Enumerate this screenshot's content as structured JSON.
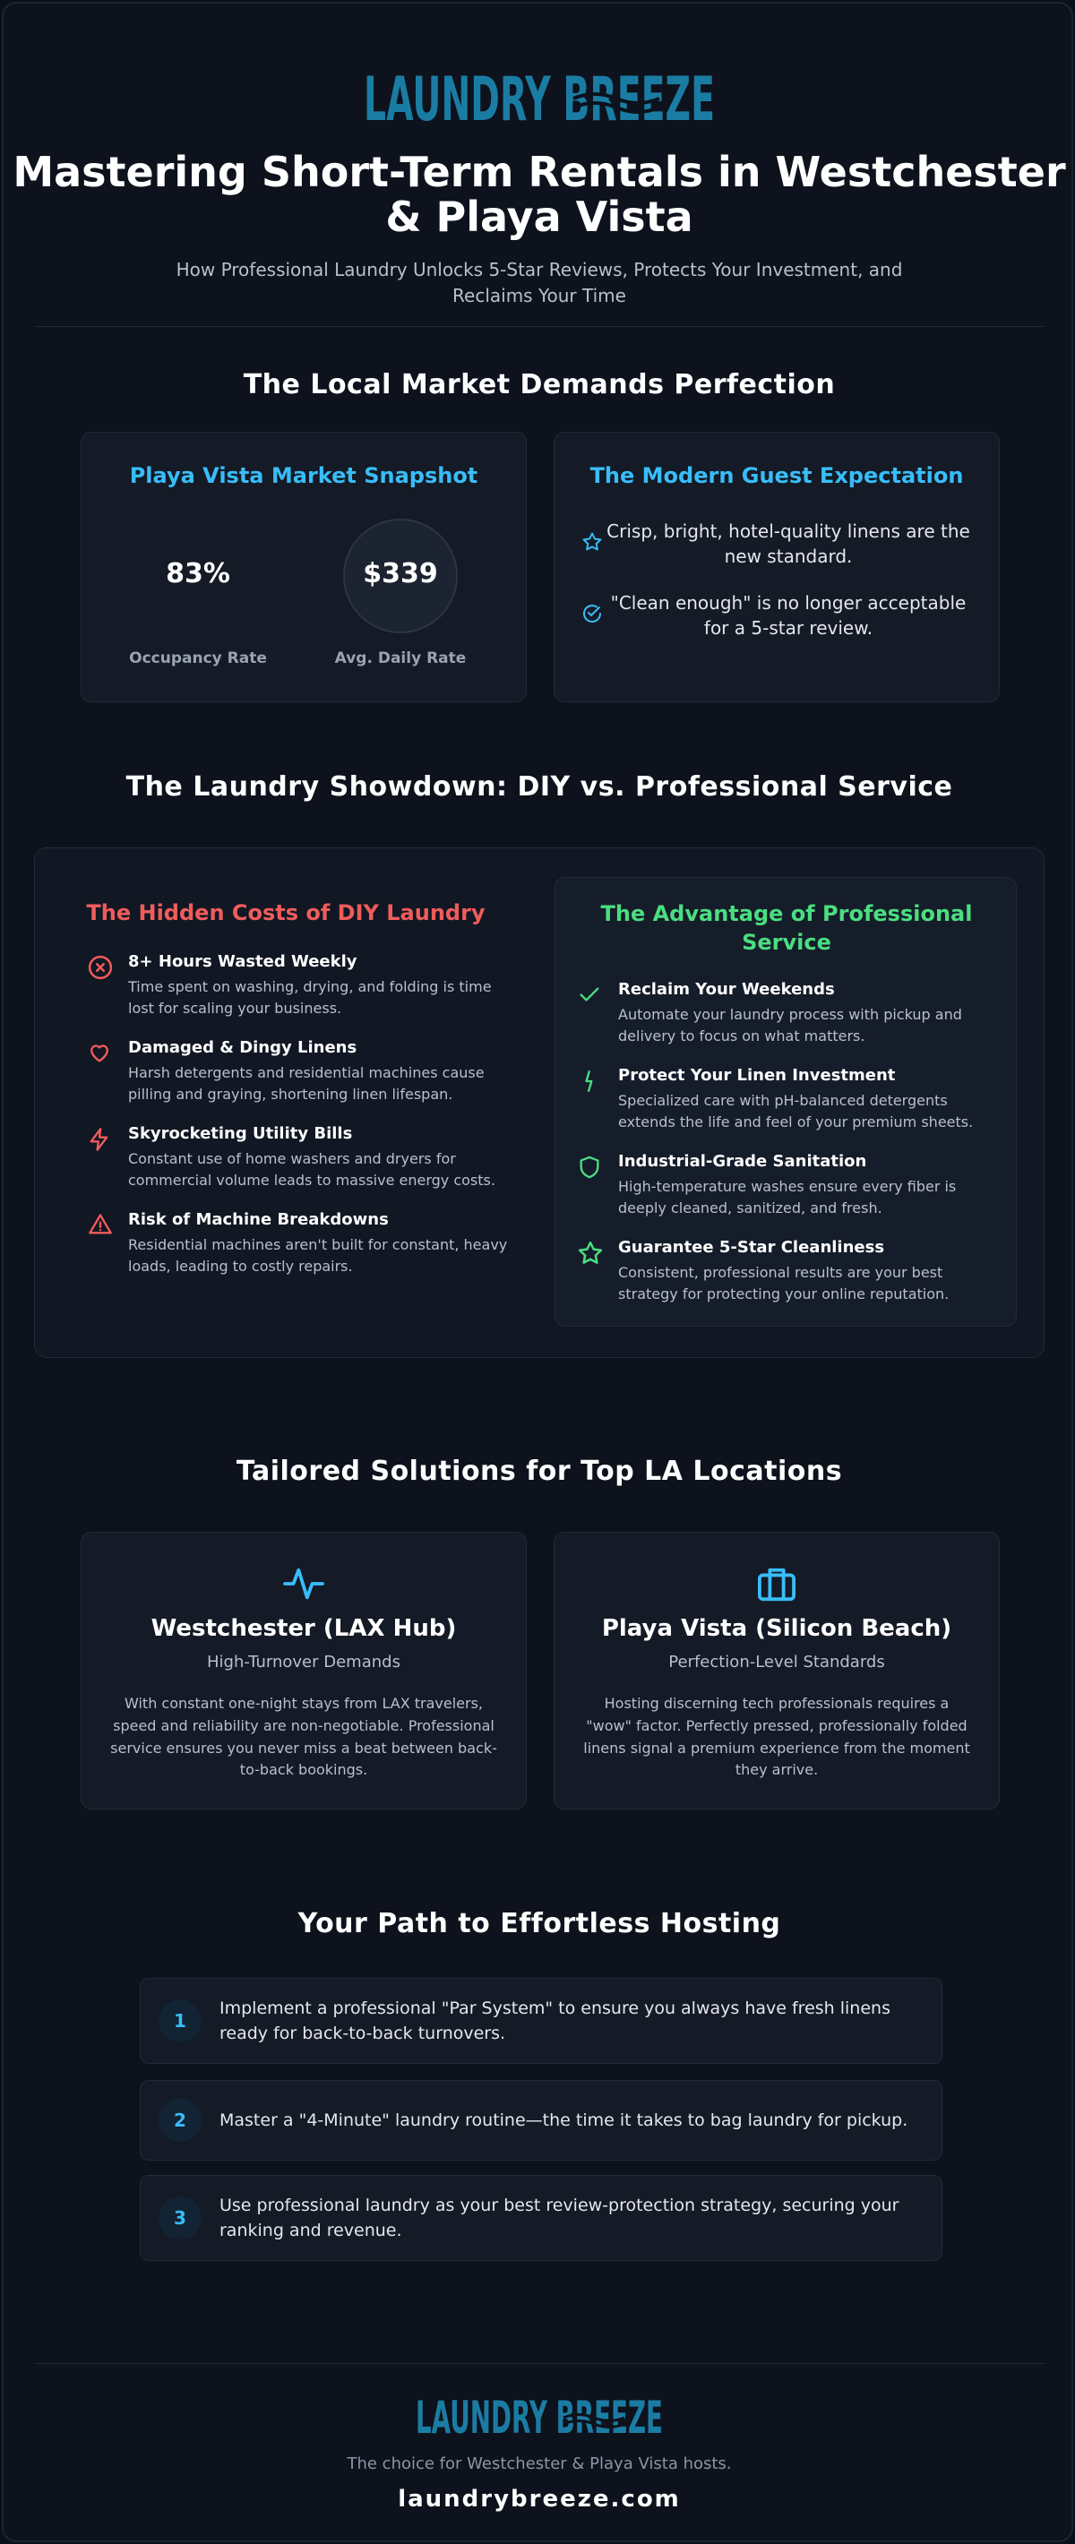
{
  "brand": {
    "logo_text": "LAUNDRY BREEZE",
    "colors": {
      "logo": "#1b7ca3",
      "accent_blue": "#38bdf8",
      "red": "#f05c5c",
      "green": "#4ade80"
    }
  },
  "header": {
    "title": "Mastering Short-Term Rentals in Westchester & Playa Vista",
    "subtitle": "How Professional Laundry Unlocks 5-Star Reviews, Protects Your Investment, and Reclaims Your Time"
  },
  "market": {
    "section_title": "The Local Market Demands Perfection",
    "snapshot": {
      "title": "Playa Vista Market Snapshot",
      "occupancy_value": "83%",
      "occupancy_label": "Occupancy Rate",
      "adr_value": "$339",
      "adr_label": "Avg. Daily Rate"
    },
    "expectation": {
      "title": "The Modern Guest Expectation",
      "items": [
        {
          "icon": "star-icon",
          "text": "Crisp, bright, hotel-quality linens are the new standard."
        },
        {
          "icon": "check-circle-icon",
          "text": "\"Clean enough\" is no longer acceptable for a 5-star review."
        }
      ]
    }
  },
  "showdown": {
    "section_title": "The Laundry Showdown: DIY vs. Professional Service",
    "diy": {
      "title": "The Hidden Costs of DIY Laundry",
      "items": [
        {
          "icon": "x-circle-icon",
          "heading": "8+ Hours Wasted Weekly",
          "text": "Time spent on washing, drying, and folding is time lost for scaling your business."
        },
        {
          "icon": "heart-icon",
          "heading": "Damaged & Dingy Linens",
          "text": "Harsh detergents and residential machines cause pilling and graying, shortening linen lifespan."
        },
        {
          "icon": "lightning-icon",
          "heading": "Skyrocketing Utility Bills",
          "text": "Constant use of home washers and dryers for commercial volume leads to massive energy costs."
        },
        {
          "icon": "warning-icon",
          "heading": "Risk of Machine Breakdowns",
          "text": "Residential machines aren't built for constant, heavy loads, leading to costly repairs."
        }
      ]
    },
    "pro": {
      "title": "The Advantage of Professional Service",
      "items": [
        {
          "icon": "check-icon",
          "heading": "Reclaim Your Weekends",
          "text": "Automate your laundry process with pickup and delivery to focus on what matters."
        },
        {
          "icon": "bolt-icon",
          "heading": "Protect Your Linen Investment",
          "text": "Specialized care with pH-balanced detergents extends the life and feel of your premium sheets."
        },
        {
          "icon": "shield-icon",
          "heading": "Industrial-Grade Sanitation",
          "text": "High-temperature washes ensure every fiber is deeply cleaned, sanitized, and fresh."
        },
        {
          "icon": "star-icon",
          "heading": "Guarantee 5-Star Cleanliness",
          "text": "Consistent, professional results are your best strategy for protecting your online reputation."
        }
      ]
    }
  },
  "locations": {
    "section_title": "Tailored Solutions for Top LA Locations",
    "items": [
      {
        "icon": "activity-icon",
        "title": "Westchester (LAX Hub)",
        "subtitle": "High-Turnover Demands",
        "text": "With constant one-night stays from LAX travelers, speed and reliability are non-negotiable. Professional service ensures you never miss a beat between back-to-back bookings."
      },
      {
        "icon": "briefcase-icon",
        "title": "Playa Vista (Silicon Beach)",
        "subtitle": "Perfection-Level Standards",
        "text": "Hosting discerning tech professionals requires a \"wow\" factor. Perfectly pressed, professionally folded linens signal a premium experience from the moment they arrive."
      }
    ]
  },
  "path": {
    "section_title": "Your Path to Effortless Hosting",
    "steps": [
      {
        "num": "1",
        "text": "Implement a professional \"Par System\" to ensure you always have fresh linens ready for back-to-back turnovers."
      },
      {
        "num": "2",
        "text": "Master a \"4-Minute\" laundry routine—the time it takes to bag laundry for pickup."
      },
      {
        "num": "3",
        "text": "Use professional laundry as your best review-protection strategy, securing your ranking and revenue."
      }
    ]
  },
  "footer": {
    "logo_text": "LAUNDRY BREEZE",
    "tagline": "The choice for Westchester & Playa Vista hosts.",
    "url": "laundrybreeze.com"
  }
}
